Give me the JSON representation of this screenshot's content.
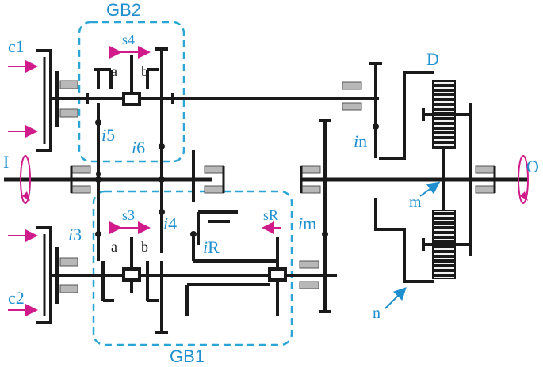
{
  "colors": {
    "shaft": "#1a1a1a",
    "label_blue": "#1f8fd0",
    "box_dash": "#2aa6d6",
    "arrow_magenta": "#d01c8b",
    "bearing_fill": "#b8b8b8"
  },
  "labels": {
    "gb2": "GB2",
    "gb1": "GB1",
    "c1": "c1",
    "c2": "c2",
    "input": "I",
    "output": "O",
    "s4": "s4",
    "s3": "s3",
    "sR": "sR",
    "a_top": "a",
    "b_top": "b",
    "a_bottom": "a",
    "b_bottom": "b",
    "i5": "i5",
    "i6": "i6",
    "i3": "i3",
    "i4": "i4",
    "iR": "iR",
    "im": "im",
    "in": "in",
    "D": "D",
    "m": "m",
    "n": "n"
  },
  "ratio_labels": {
    "i5": {
      "prefix": "i",
      "suffix": "5"
    },
    "i6": {
      "prefix": "i",
      "suffix": "6"
    },
    "i3": {
      "prefix": "i",
      "suffix": "3"
    },
    "i4": {
      "prefix": "i",
      "suffix": "4"
    },
    "iR": {
      "prefix": "i",
      "suffix": "R"
    },
    "im": {
      "prefix": "i",
      "suffix": "m"
    },
    "in": {
      "prefix": "i",
      "suffix": "n"
    }
  }
}
